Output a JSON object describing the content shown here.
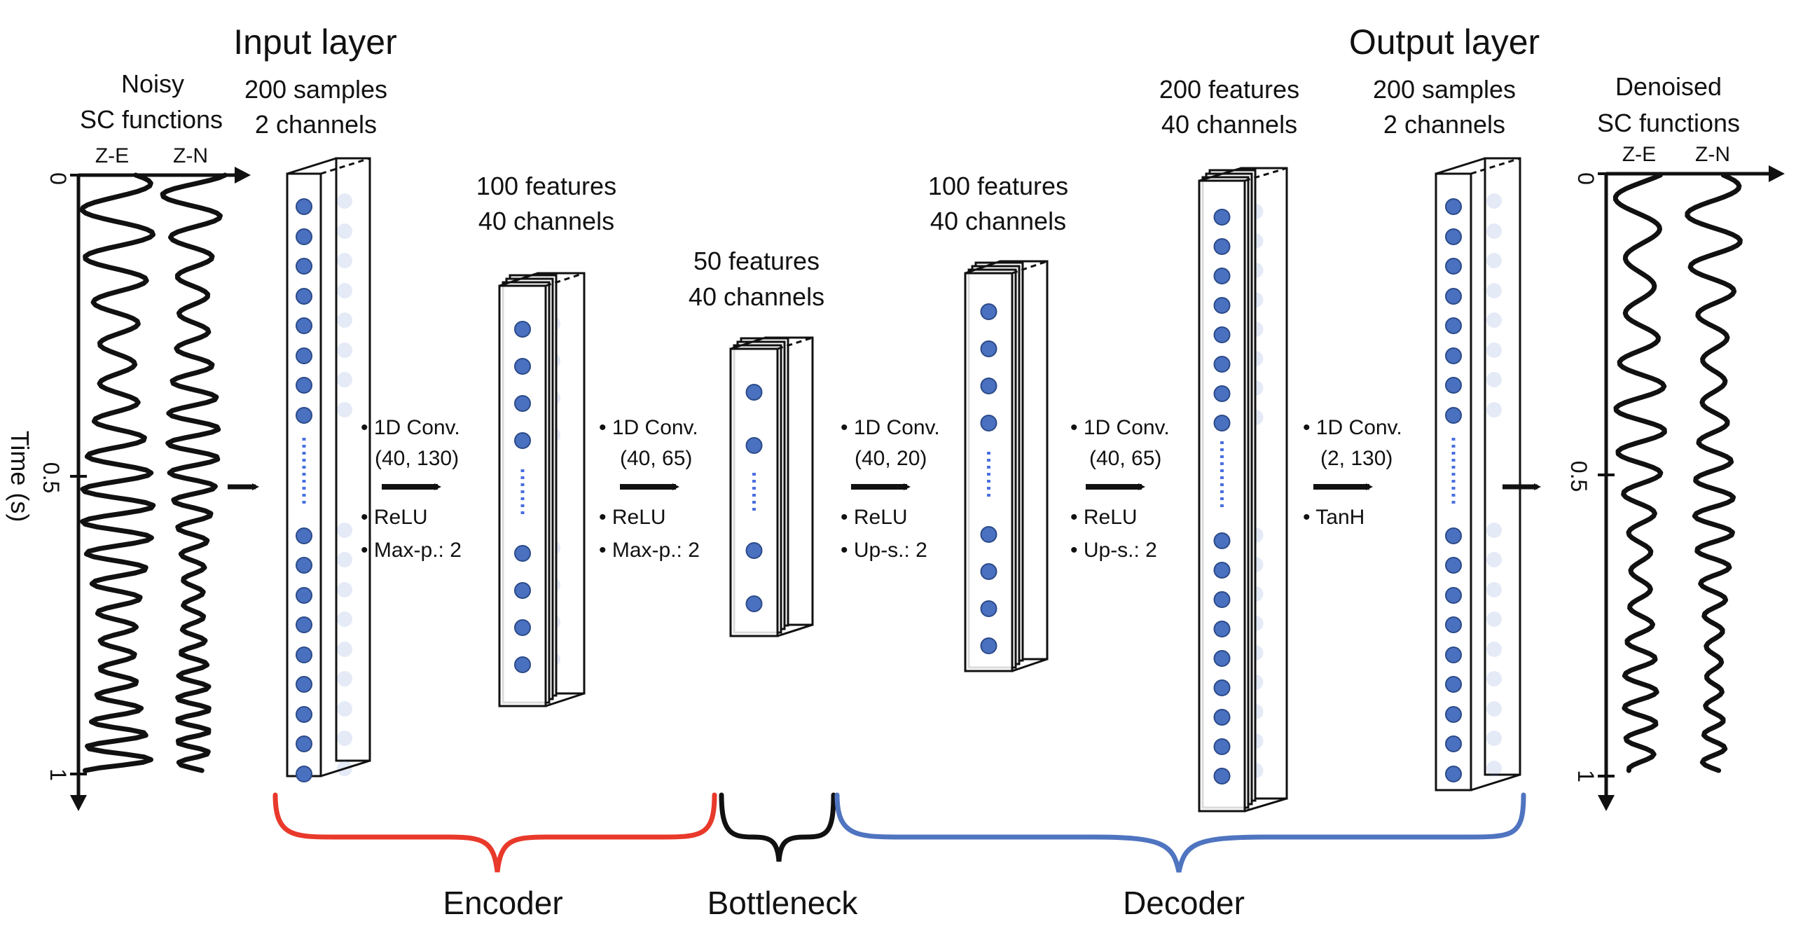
{
  "colors": {
    "encoder": "#e8392b",
    "bottleneck": "#111111",
    "decoder": "#4f74c0",
    "node": "#4a70c0",
    "node_stroke": "#2b4a88",
    "dots": "#4a70e0",
    "ink": "#111111"
  },
  "left_signal": {
    "title_lines": [
      "Noisy",
      "SC functions"
    ],
    "channels": [
      "Z-E",
      "Z-N"
    ],
    "axis_label": "Time (s)",
    "ticks": [
      "0",
      "0.5",
      "1"
    ]
  },
  "right_signal": {
    "title_lines": [
      "Denoised",
      "SC functions"
    ],
    "channels": [
      "Z-E",
      "Z-N"
    ],
    "ticks": [
      "0",
      "0.5",
      "1"
    ]
  },
  "layers": [
    {
      "header": "Input layer",
      "lines": [
        "200 samples",
        "2 channels"
      ]
    },
    {
      "header": "",
      "lines": [
        "100 features",
        "40 channels"
      ]
    },
    {
      "header": "",
      "lines": [
        "50 features",
        "40 channels"
      ]
    },
    {
      "header": "",
      "lines": [
        "100 features",
        "40 channels"
      ]
    },
    {
      "header": "",
      "lines": [
        "200 features",
        "40 channels"
      ]
    },
    {
      "header": "Output layer",
      "lines": [
        "200 samples",
        "2 channels"
      ]
    }
  ],
  "operations": [
    {
      "conv": [
        "• 1D Conv.",
        "(40, 130)"
      ],
      "extras": [
        "• ReLU",
        "• Max-p.: 2"
      ]
    },
    {
      "conv": [
        "• 1D Conv.",
        "(40, 65)"
      ],
      "extras": [
        "• ReLU",
        "• Max-p.: 2"
      ]
    },
    {
      "conv": [
        "• 1D Conv.",
        "(40, 20)"
      ],
      "extras": [
        "• ReLU",
        "• Up-s.: 2"
      ]
    },
    {
      "conv": [
        "• 1D Conv.",
        "(40, 65)"
      ],
      "extras": [
        "• ReLU",
        "• Up-s.: 2"
      ]
    },
    {
      "conv": [
        "• 1D Conv.",
        "(2, 130)"
      ],
      "extras": [
        "• TanH"
      ]
    }
  ],
  "sections": [
    "Encoder",
    "Bottleneck",
    "Decoder"
  ]
}
